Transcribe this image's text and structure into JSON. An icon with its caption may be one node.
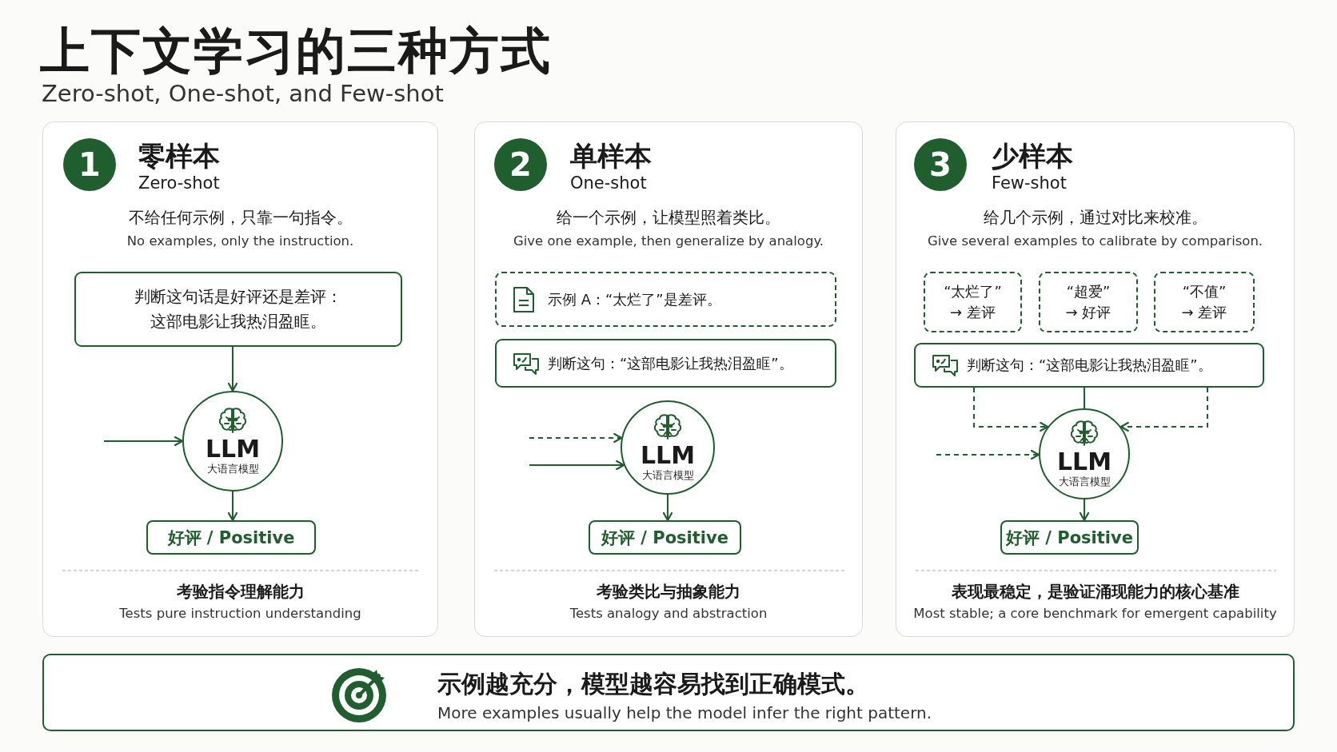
{
  "diagram": {
    "title": "上下文学习的三种方式",
    "nodes": [
      {
        "text": [
          "零样本",
          "Zero-shot",
          "不给任何示例，只靠一句指令。",
          "No examples, only the instruction.",
          "考验指令理解能力",
          "Tests pure instruction understanding"
        ]
      },
      {
        "text": [
          "1"
        ],
        "in": 0
      },
      {
        "text": [
          "判断这句话是好评还是差评：这部电影让我热泪盈眶。"
        ],
        "in": 0
      },
      {
        "text": [
          "LLM",
          "大语言模型"
        ],
        "in": 0
      },
      {
        "text": [
          "好评 / Positive"
        ],
        "in": 0
      },
      {
        "text": [
          "单样本",
          "One-shot",
          "给一个示例，让模型照着类比。",
          "Give one example, then generalize by analogy.",
          "考验类比与抽象能力",
          "Tests analogy and abstraction"
        ]
      },
      {
        "text": [
          "2"
        ],
        "in": 5
      },
      {
        "text": [
          "示例 A：“太烂了”是差评。"
        ],
        "in": 5
      },
      {
        "text": [
          "判断这句：“这部电影让我热泪盈眶”。"
        ],
        "in": 5
      },
      {
        "text": [
          "LLM",
          "大语言模型"
        ],
        "in": 5
      },
      {
        "text": [
          "好评 / Positive"
        ],
        "in": 5
      },
      {
        "text": [
          "少样本",
          "Few-shot",
          "给几个示例，通过对比来校准。",
          "Give several examples to calibrate by comparison.",
          "表现最稳定，是验证涌现能力的核心基准",
          "Most stable; a core benchmark for emergent capability"
        ]
      },
      {
        "text": [
          "3"
        ],
        "in": 11
      },
      {
        "text": [
          "“太烂了” → 差评"
        ],
        "in": 11
      },
      {
        "text": [
          "“超爱” → 好评"
        ],
        "in": 11
      },
      {
        "text": [
          "“不值” → 差评"
        ],
        "in": 11
      },
      {
        "text": [
          "判断这句：“这部电影让我热泪盈眶”。"
        ],
        "in": 11
      },
      {
        "text": [
          "LLM",
          "大语言模型"
        ],
        "in": 11
      },
      {
        "text": [
          "好评 / Positive"
        ],
        "in": 11
      },
      {
        "text": [
          "示例越充分，模型越容易找到正确模式。",
          "More examples usually help the model infer the right pattern."
        ]
      }
    ],
    "edges": [
      {
        "from": null,
        "to": 3,
        "arrow": "to"
      },
      {
        "from": 2,
        "to": 3,
        "arrow": "to"
      },
      {
        "from": 3,
        "to": 4,
        "arrow": "to"
      },
      {
        "from": null,
        "to": 9,
        "arrow": "to",
        "style": "dashed"
      },
      {
        "from": null,
        "to": 9,
        "arrow": "to"
      },
      {
        "from": 9,
        "to": 10,
        "arrow": "to"
      },
      {
        "from": 16,
        "to": 17,
        "arrow": "to",
        "style": "dashed"
      },
      {
        "from": 16,
        "to": 17,
        "arrow": "none"
      },
      {
        "from": 16,
        "to": 17,
        "arrow": "to",
        "style": "dashed"
      },
      {
        "from": null,
        "to": 17,
        "arrow": "to",
        "style": "dashed"
      },
      {
        "from": 17,
        "to": 18,
        "arrow": "to"
      }
    ],
    "labels": [
      "Zero-shot, One-shot, and Few-shot"
    ]
  }
}
